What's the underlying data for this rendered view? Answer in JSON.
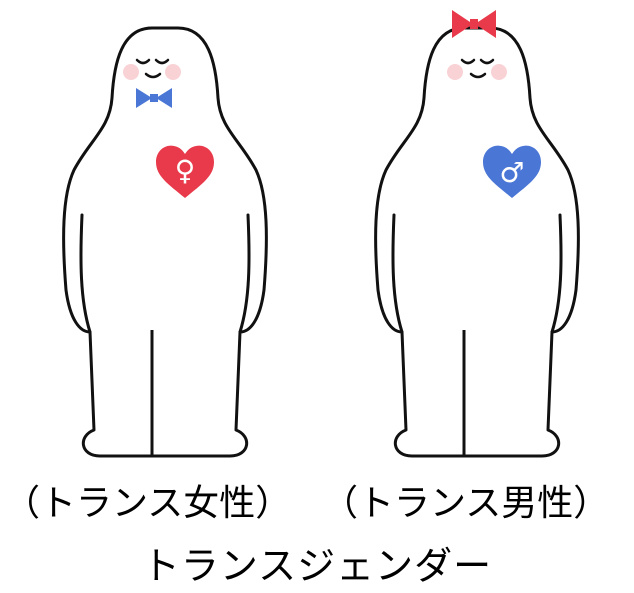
{
  "figures": {
    "left": {
      "caption": "（トランス女性）",
      "symbol": "♀",
      "heart_color": "#e83a4a",
      "bow_color": "#4a76d6"
    },
    "right": {
      "caption": "（トランス男性）",
      "symbol": "♂",
      "heart_color": "#4a76d6",
      "bow_color": "#e83a4a"
    }
  },
  "main_label": "トランスジェンダー",
  "colors": {
    "outline": "#111111",
    "cheek": "#f9d2d6",
    "background": "#ffffff"
  }
}
